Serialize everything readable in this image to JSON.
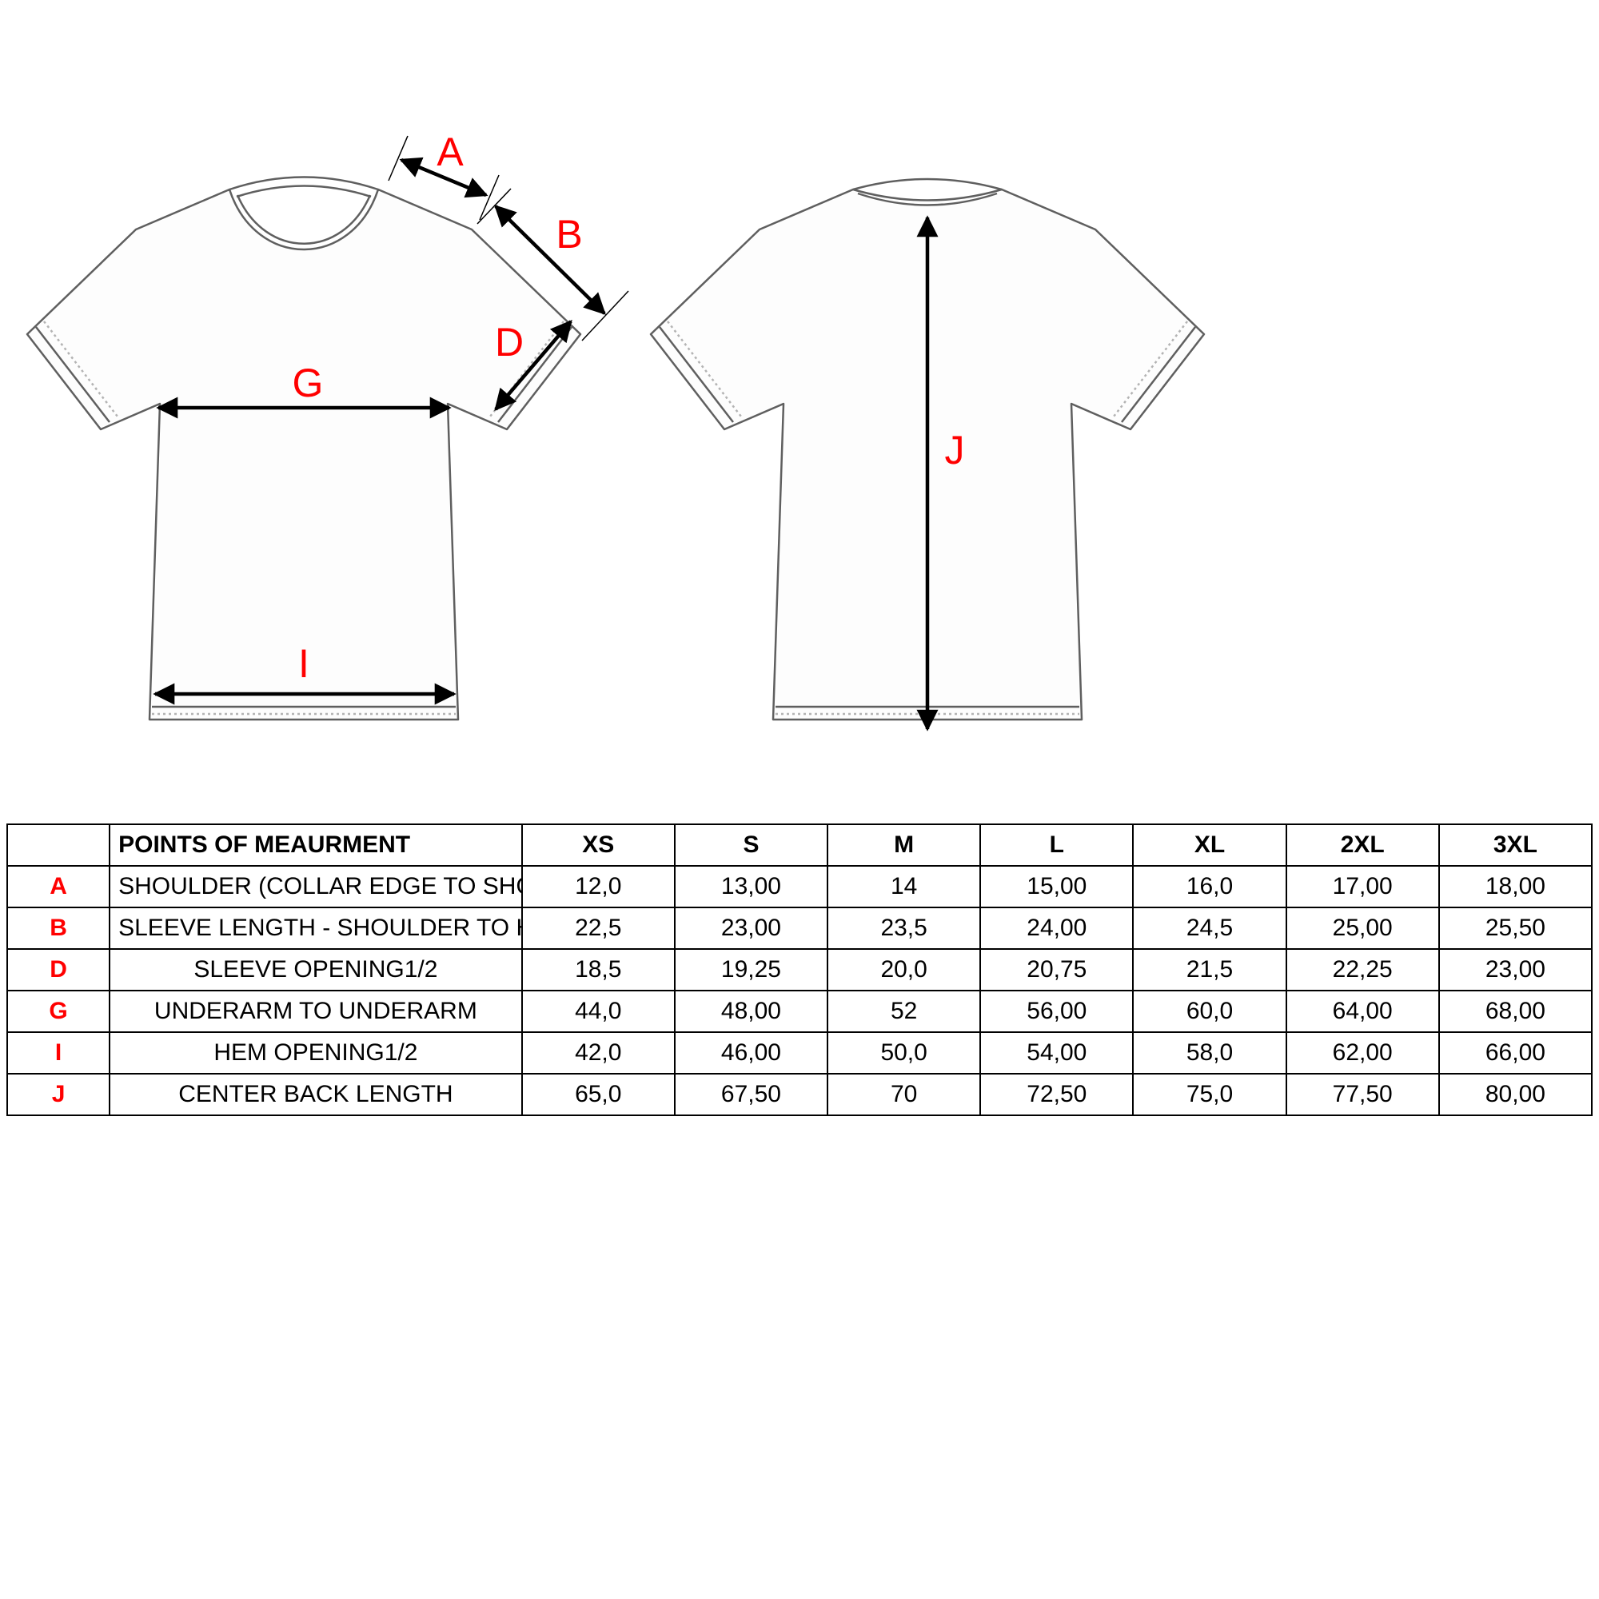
{
  "colors": {
    "label_red": "#ff0000",
    "arrow_black": "#000000",
    "shirt_outline": "#5f5f5f",
    "stitch_gray": "#b3b3b3",
    "shirt_fill": "#fdfdfd",
    "table_border": "#000000"
  },
  "diagram": {
    "labels": {
      "A": "A",
      "B": "B",
      "D": "D",
      "G": "G",
      "I": "I",
      "J": "J"
    }
  },
  "table": {
    "corner": "",
    "title_col": "POINTS OF MEAURMENT",
    "size_columns": [
      "XS",
      "S",
      "M",
      "L",
      "XL",
      "2XL",
      "3XL"
    ],
    "rows": [
      {
        "key": "A",
        "label": "SHOULDER (COLLAR EDGE TO SHOULDER EDGE)",
        "values": [
          "12,0",
          "13,00",
          "14",
          "15,00",
          "16,0",
          "17,00",
          "18,00"
        ]
      },
      {
        "key": "B",
        "label": "SLEEVE LENGTH - SHOULDER TO HEM",
        "values": [
          "22,5",
          "23,00",
          "23,5",
          "24,00",
          "24,5",
          "25,00",
          "25,50"
        ]
      },
      {
        "key": "D",
        "label": "SLEEVE OPENING1/2",
        "values": [
          "18,5",
          "19,25",
          "20,0",
          "20,75",
          "21,5",
          "22,25",
          "23,00"
        ]
      },
      {
        "key": "G",
        "label": "UNDERARM TO UNDERARM",
        "values": [
          "44,0",
          "48,00",
          "52",
          "56,00",
          "60,0",
          "64,00",
          "68,00"
        ]
      },
      {
        "key": "I",
        "label": "HEM OPENING1/2",
        "values": [
          "42,0",
          "46,00",
          "50,0",
          "54,00",
          "58,0",
          "62,00",
          "66,00"
        ]
      },
      {
        "key": "J",
        "label": "CENTER BACK LENGTH",
        "values": [
          "65,0",
          "67,50",
          "70",
          "72,50",
          "75,0",
          "77,50",
          "80,00"
        ]
      }
    ]
  }
}
